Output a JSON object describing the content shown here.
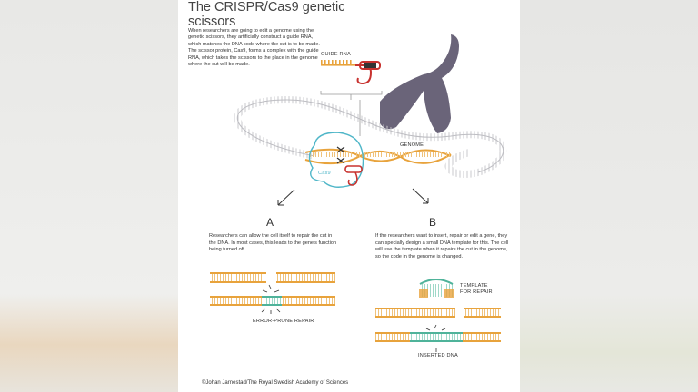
{
  "title": "The CRISPR/Cas9 genetic scissors",
  "intro": "When researchers are going to edit a genome using the genetic scissors, they artificially construct a guide RNA, which matches the DNA code where the cut is to be made. The scissor protein, Cas9, forms a complex with the guide RNA, which takes the scissors to the place in the genome where the cut will be made.",
  "labels": {
    "guide_rna": "GUIDE RNA",
    "genome": "GENOME",
    "cas9": "Cas9",
    "template": "TEMPLATE",
    "template2": "FOR REPAIR",
    "error_prone": "ERROR-PRONE REPAIR",
    "inserted": "INSERTED DNA"
  },
  "option_a": {
    "letter": "A",
    "text": "Researchers can allow the cell itself to repair the cut in the DNA. In most cases, this leads to the gene's function being turned off."
  },
  "option_b": {
    "letter": "B",
    "text": "If the researchers want to insert, repair or edit a gene, they can specially design a small DNA template for this. The cell will use the template when it repairs the cut in the genome, so the code in the genome is changed."
  },
  "footer": "©Johan Jarnestad/The Royal Swedish Academy of Sciences",
  "colors": {
    "dna_orange": "#e8a33c",
    "insert_teal": "#4fb39a",
    "cas9_cyan": "#4fb6c8",
    "rna_red": "#c8322f",
    "chromosome": "#6a6479"
  }
}
